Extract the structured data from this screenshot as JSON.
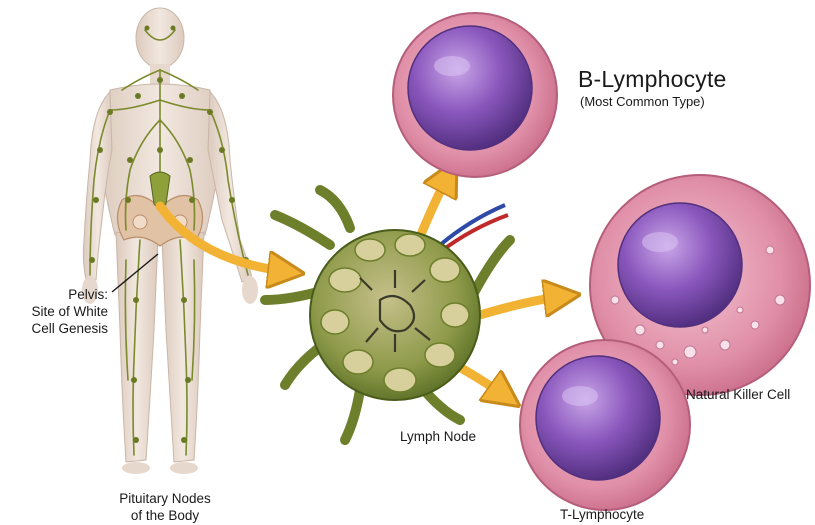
{
  "labels": {
    "b_lymphocyte_title": "B-Lymphocyte",
    "b_lymphocyte_subtitle": "(Most Common Type)",
    "pelvis_line1": "Pelvis:",
    "pelvis_line2": "Site of White",
    "pelvis_line3": "Cell Genesis",
    "natural_killer_cell": "Natural Killer Cell",
    "lymph_node": "Lymph Node",
    "pituitary_line1": "Pituitary Nodes",
    "pituitary_line2": "of the Body",
    "t_lymphocyte": "T-Lymphocyte"
  },
  "colors": {
    "arrow": "#f2b233",
    "cell_membrane": "#d77f98",
    "nucleus": "#7a4aa8",
    "lymph_node": "#7d8f3a",
    "body": "#e9ddd3",
    "lymph_vessel": "#7b8a2c"
  }
}
